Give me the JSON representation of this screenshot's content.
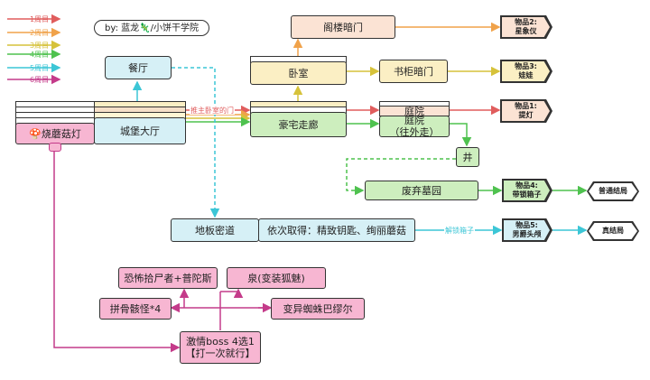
{
  "credit": "by: 蓝龙🦎/小饼干学院",
  "legend": [
    {
      "label": "1周目",
      "color": "#e05d5d"
    },
    {
      "label": "2周目",
      "color": "#f0a24a"
    },
    {
      "label": "3周目",
      "color": "#d6c23a"
    },
    {
      "label": "4周目",
      "color": "#4fc24f"
    },
    {
      "label": "5周目",
      "color": "#3cc6d6"
    },
    {
      "label": "6周目",
      "color": "#c43b8a"
    }
  ],
  "nodes": {
    "mushroom_lamp": "🍄烧蘑菇灯",
    "castle_hall": "城堡大厅",
    "dining_hall": "餐厅",
    "bedroom": "卧室",
    "attic_door": "阁楼暗门",
    "bookcase_door": "书柜暗门",
    "mansion_corridor": "豪宅走廊",
    "courtyard": "庭院",
    "courtyard_outside": "庭院\n（往外走）",
    "well": "井",
    "abandoned_cemetery": "废弃墓园",
    "floor_passage": "地板密道",
    "obtain_in_order": "依次取得：精致钥匙、绚丽蘑菇",
    "horror_scavenger": "恐怖拾尸者+普陀斯",
    "spring": "泉(变装狐魅)",
    "bone_assembler": "拼骨骸怪*4",
    "mutant_spider": "变异蜘蛛巴缪尔",
    "boss_choice": "激情boss 4选1\n【打一次就行】"
  },
  "items": {
    "item2": "物品2:\n星象仪",
    "item3": "物品3:\n娃娃",
    "item1": "物品1:\n提灯",
    "item4": "物品4:\n带锁箱子",
    "item5": "物品5:\n男爵头颅"
  },
  "endings": {
    "normal": "普通结局",
    "true": "真结局"
  },
  "edge_labels": {
    "push_bedroom_door": "推主卧室的门",
    "unlock_box": "解锁箱子"
  },
  "colors": {
    "pink": "#f7b6d2",
    "light_blue": "#d6f0f6",
    "light_green": "#cdeebe",
    "light_yellow": "#fbefc4",
    "light_orange": "#fbe3d4",
    "gray": "#cccccc"
  }
}
